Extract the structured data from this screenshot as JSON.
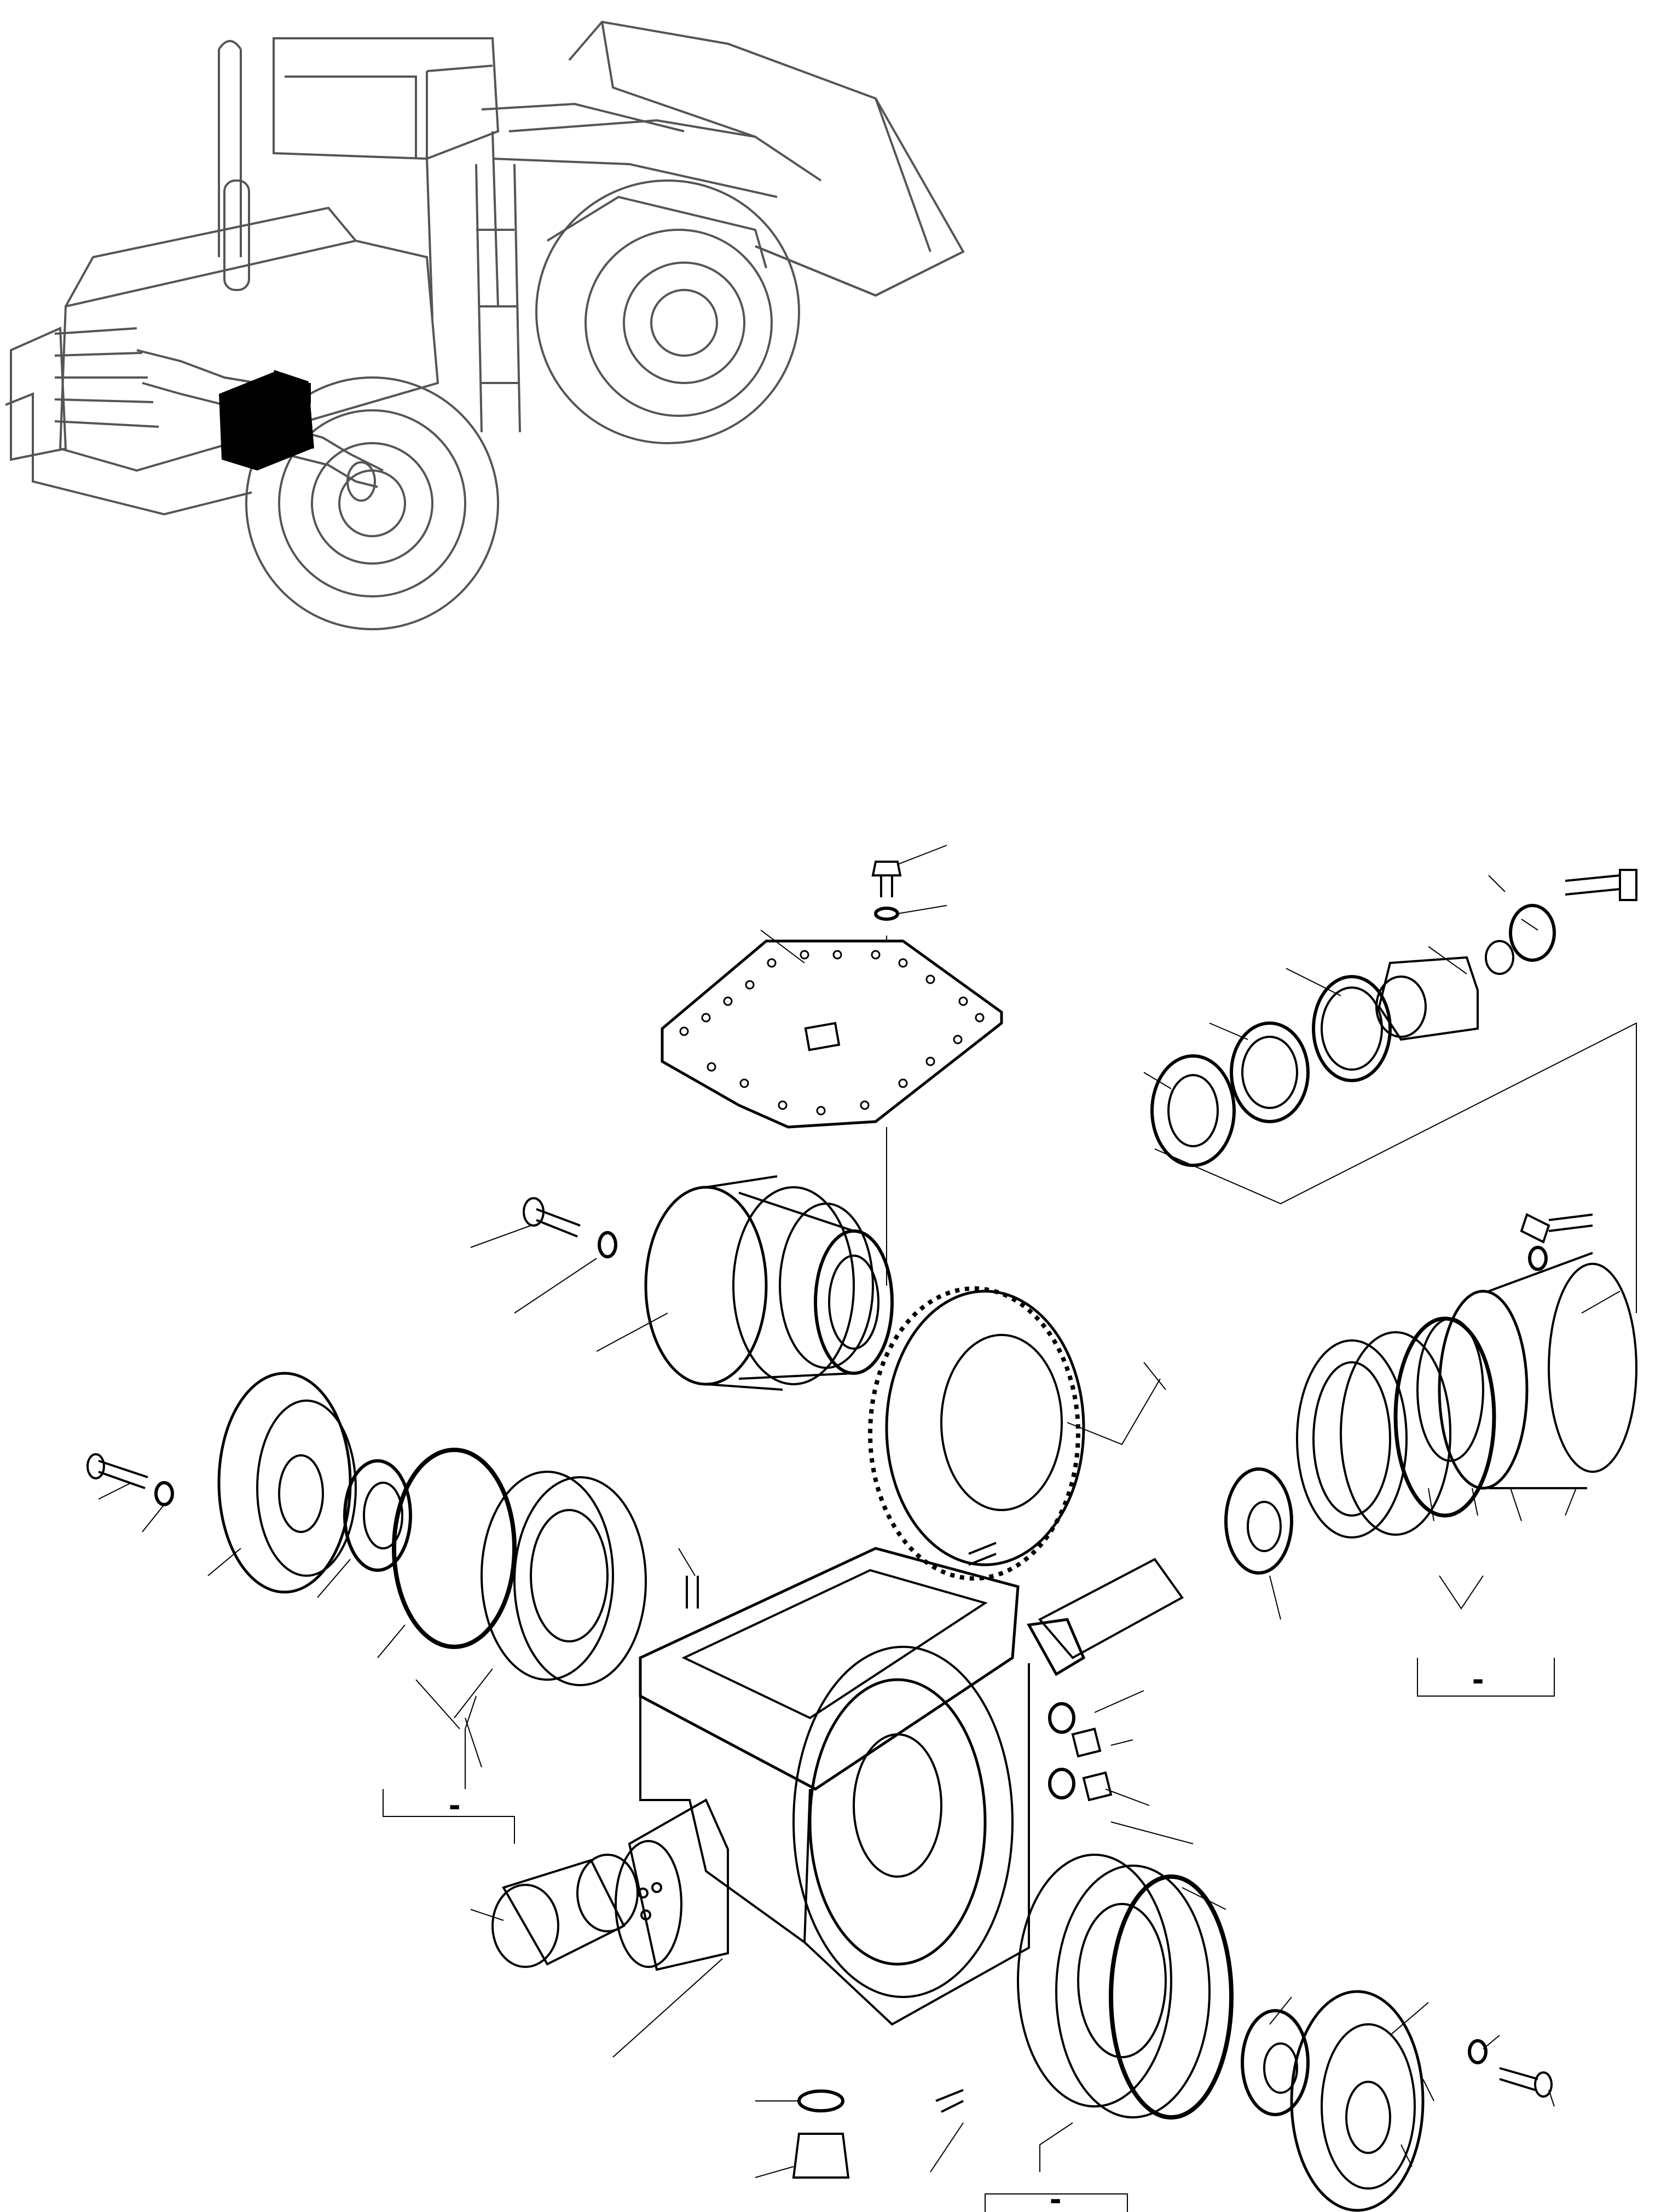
{
  "diagram": {
    "group_labels": [
      {
        "id": "kit-left",
        "text": "-"
      },
      {
        "id": "kit-right-upper",
        "text": "-"
      },
      {
        "id": "kit-bottom",
        "text": "-"
      }
    ],
    "colors": {
      "line": "#000000",
      "background": "#ffffff",
      "machine_line": "#555555",
      "highlight_fill": "#000000"
    },
    "icons": {
      "machine": "wheel-loader-icon",
      "location_marker": "transfer-case-highlight-icon"
    }
  }
}
